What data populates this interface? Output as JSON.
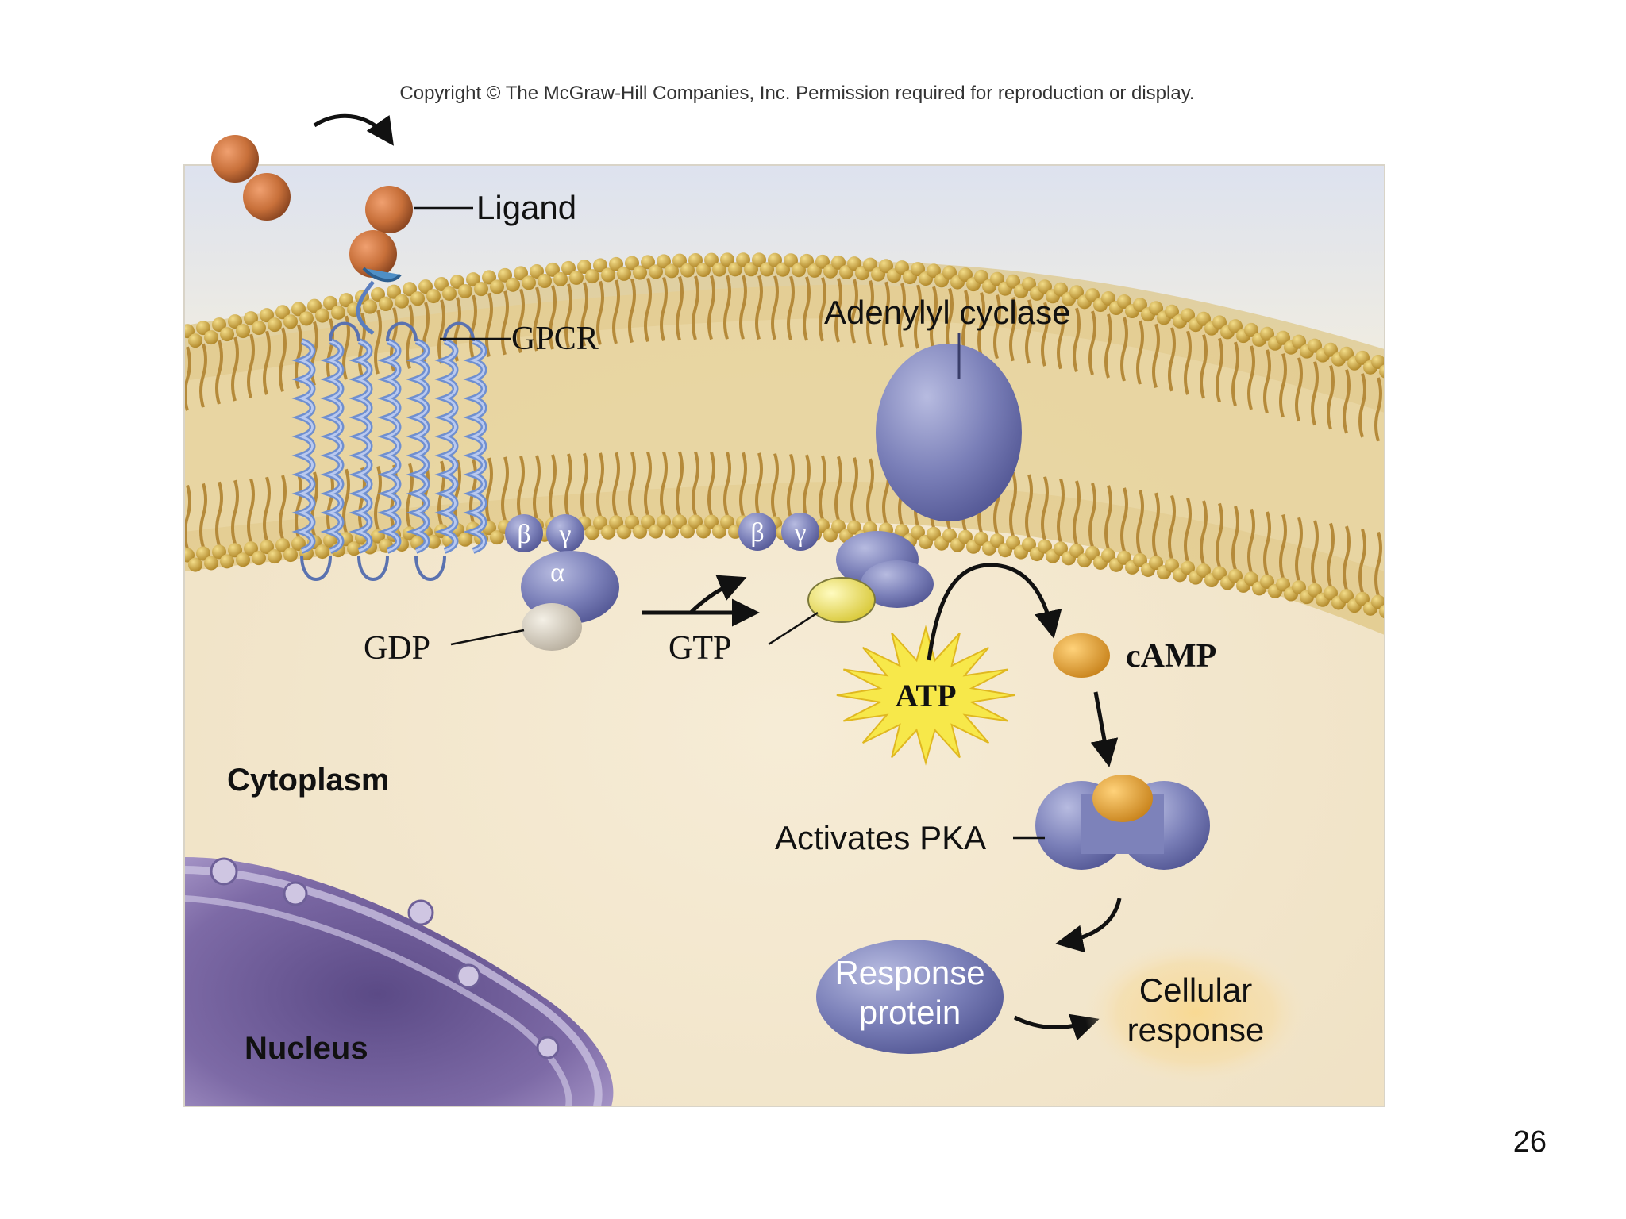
{
  "header": {
    "copyright": "Copyright © The McGraw-Hill Companies, Inc. Permission required for reproduction or display."
  },
  "slide": {
    "page_number": "26"
  },
  "labels": {
    "ligand": "Ligand",
    "gpcr": "GPCR",
    "adenylyl_cyclase": "Adenylyl cyclase",
    "beta": "β",
    "gamma": "γ",
    "alpha": "α",
    "gdp": "GDP",
    "gtp": "GTP",
    "atp": "ATP",
    "camp": "cAMP",
    "cytoplasm": "Cytoplasm",
    "activates_pka": "Activates PKA",
    "response_protein_line1": "Response",
    "response_protein_line2": "protein",
    "cellular_response_line1": "Cellular",
    "cellular_response_line2": "response",
    "nucleus": "Nucleus"
  },
  "colors": {
    "ligand": "#c8703a",
    "protein_purple": "#7a7fb8",
    "membrane_head": "#c9a64a",
    "membrane_tail": "#b58a3a",
    "cytoplasm": "#f3e7cc",
    "extracellular": "#dfe3ee",
    "nucleus": "#7d6aa6",
    "gtp_yellow": "#f2e66a",
    "gdp_grey": "#d8d2c4",
    "camp_orange": "#e8a33a",
    "atp_burst": "#f7e84a",
    "cellular_response_glow": "#f6d79a"
  }
}
